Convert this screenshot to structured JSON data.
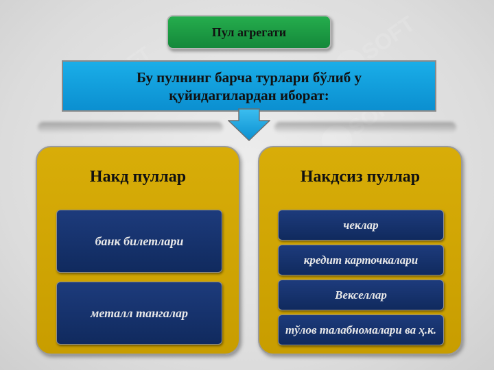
{
  "title": "Пул агрегати",
  "subtitle": "Бу пулнинг барча турлари бўлиб у қуйидагилардан иборат:",
  "left_panel": {
    "heading": "Накд пуллар",
    "items": [
      "банк билетлари",
      "металл тангалар"
    ]
  },
  "right_panel": {
    "heading": "Накдсиз пуллар",
    "items": [
      "чеклар",
      "кредит карточкалари",
      "Векселлар",
      "тўлов талабномалари ва ҳ.к."
    ]
  },
  "colors": {
    "title_green": "#1e9e45",
    "banner_blue": "#12a0dc",
    "panel_gold": "#d4a905",
    "item_navy": "#163369"
  },
  "watermark": "SOFT"
}
